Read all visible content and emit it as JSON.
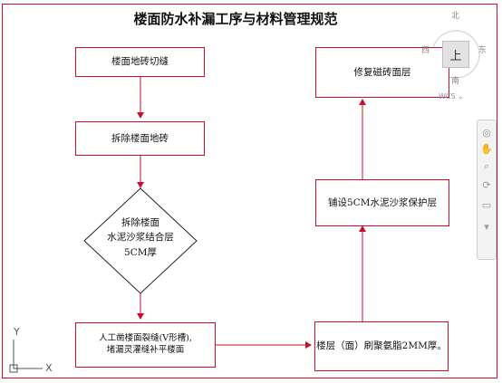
{
  "title": "楼面防水补漏工序与材料管理规范",
  "left_column": {
    "step1": "楼面地砖切缝",
    "step2": "拆除楼面地砖",
    "step3_line1": "拆除楼面",
    "step3_line2": "水泥沙浆结合层",
    "step3_line3": "5CM厚",
    "step4_line1": "人工凿楼面裂缝(V形槽),",
    "step4_line2": "堵漏灵灌缝补平楼面"
  },
  "right_column": {
    "step5": "楼层（面）刷聚氨脂2MM厚。",
    "step6": "铺设5CM水泥沙浆保护层",
    "step7": "修复磁砖面层"
  },
  "viewcube": {
    "north": "北",
    "south": "南",
    "east": "东",
    "west": "西",
    "face": "上",
    "wcs_label": "WCS ⌄"
  },
  "ucs": {
    "x_label": "X",
    "y_label": "Y"
  },
  "colors": {
    "box_border": "#c8102e",
    "arrow": "#c8102e"
  }
}
